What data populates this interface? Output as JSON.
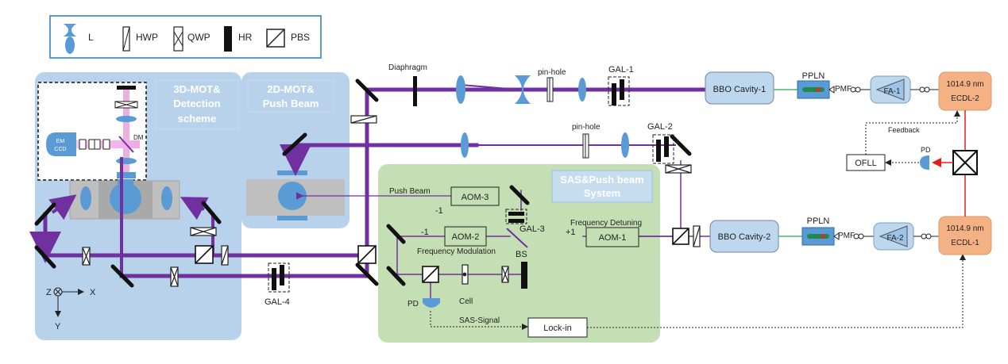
{
  "legend": {
    "lens": "L",
    "hwp": "HWP",
    "qwp": "QWP",
    "hr": "HR",
    "pbs": "PBS"
  },
  "panels": {
    "mot3d_line1": "3D-MOT&",
    "mot3d_line2": "Detection",
    "mot3d_line3": "scheme",
    "mot2d_line1": "2D-MOT&",
    "mot2d_line2": "Push Beam",
    "sas_line1": "SAS&Push beam",
    "sas_line2": "System"
  },
  "labels": {
    "diaphragm": "Diaphragm",
    "pinhole_top": "pin-hole",
    "pinhole_mid": "pin-hole",
    "gal1": "GAL-1",
    "gal2": "GAL-2",
    "gal3": "GAL-3",
    "gal4": "GAL-4",
    "bbo1": "BBO Cavity-1",
    "bbo2": "BBO Cavity-2",
    "ppln_top": "PPLN",
    "ppln_bottom": "PPLN",
    "pmf_top": "PMF",
    "pmf_bottom": "PMF",
    "fa1": "FA-1",
    "fa2": "FA-2",
    "ecdl2_wavelength": "1014.9 nm",
    "ecdl2": "ECDL-2",
    "ecdl1_wavelength": "1014.9 nm",
    "ecdl1": "ECDL-1",
    "feedback": "Feedback",
    "pd_right": "PD",
    "ofll": "OFLL",
    "push_beam": "Push Beam",
    "aom3": "AOM-3",
    "aom3_order": "-1",
    "aom2": "AOM-2",
    "aom2_order": "-1",
    "aom1": "AOM-1",
    "aom1_order": "+1",
    "freq_detuning": "Frequency Detuning",
    "freq_modulation": "Frequency Modulation",
    "bs": "BS",
    "pd_sas": "PD",
    "cell": "Cell",
    "sas_signal": "SAS-Signal",
    "lockin": "Lock-in",
    "em_ccd_line1": "EM",
    "em_ccd_line2": "CCD",
    "dm": "DM",
    "axis_z": "Z",
    "axis_x": "X",
    "axis_y": "Y"
  },
  "colors": {
    "beam": "#7030a0",
    "panel_blue": "#b7d2ea",
    "panel_green": "#c5dfb4",
    "ecdl_orange": "#f4b183",
    "box_blue": "#bdd7ee",
    "element_blue": "#5b9bd5",
    "feedback_red": "#e02020",
    "fiber_green": "#4fb56c"
  }
}
